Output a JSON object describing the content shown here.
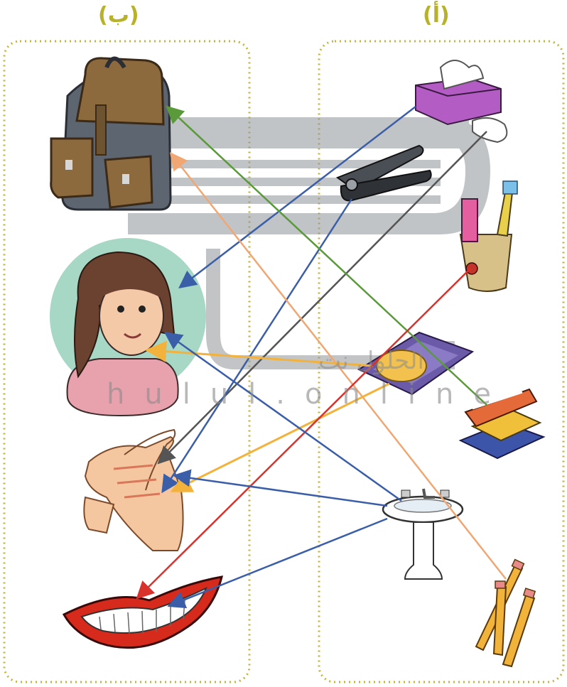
{
  "columns": {
    "b": {
      "title": "(ب)"
    },
    "a": {
      "title": "(أ)"
    }
  },
  "watermark": {
    "arabic": "الحلول نت",
    "latin": "hulul.online"
  },
  "items_b": [
    "backpack",
    "girl-face",
    "hands",
    "mouth"
  ],
  "items_a": [
    "tissue-box",
    "nail-clipper",
    "toothbrush-cup",
    "soap-dish",
    "books",
    "sink",
    "pencils"
  ],
  "arrow_colors": {
    "blue": "#3b5ea8",
    "green": "#5a9a3a",
    "orange": "#f3b23b",
    "red": "#d9312b",
    "peach": "#f0a773",
    "gray": "#555555"
  }
}
